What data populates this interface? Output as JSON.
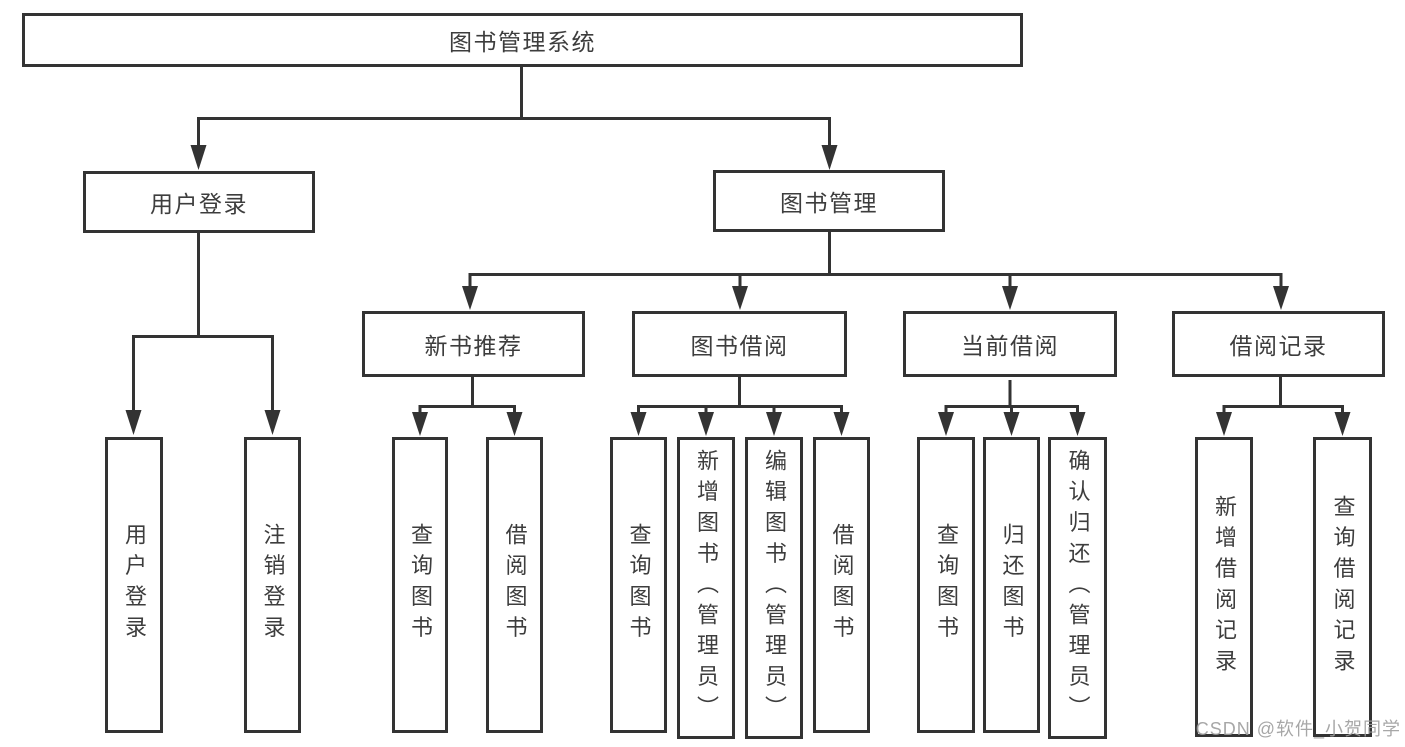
{
  "diagram": {
    "title": "图书管理系统",
    "branches": [
      {
        "label": "用户登录",
        "children": [
          {
            "label": "用户登录"
          },
          {
            "label": "注销登录"
          }
        ]
      },
      {
        "label": "图书管理",
        "sections": [
          {
            "label": "新书推荐",
            "children": [
              {
                "label": "查询图书"
              },
              {
                "label": "借阅图书"
              }
            ]
          },
          {
            "label": "图书借阅",
            "children": [
              {
                "label": "查询图书"
              },
              {
                "label": "新增图书（管理员）"
              },
              {
                "label": "编辑图书（管理员）"
              },
              {
                "label": "借阅图书"
              }
            ]
          },
          {
            "label": "当前借阅",
            "children": [
              {
                "label": "查询图书"
              },
              {
                "label": "归还图书"
              },
              {
                "label": "确认归还（管理员）"
              }
            ]
          },
          {
            "label": "借阅记录",
            "children": [
              {
                "label": "新增借阅记录"
              },
              {
                "label": "查询借阅记录"
              }
            ]
          }
        ]
      }
    ]
  },
  "watermark": "CSDN @软件_小贺同学",
  "colors": {
    "line": "#333333",
    "text": "#3d3d3d",
    "box_background": "#ffffff",
    "page_background": "#ffffff",
    "watermark": "#9e9e9e"
  }
}
